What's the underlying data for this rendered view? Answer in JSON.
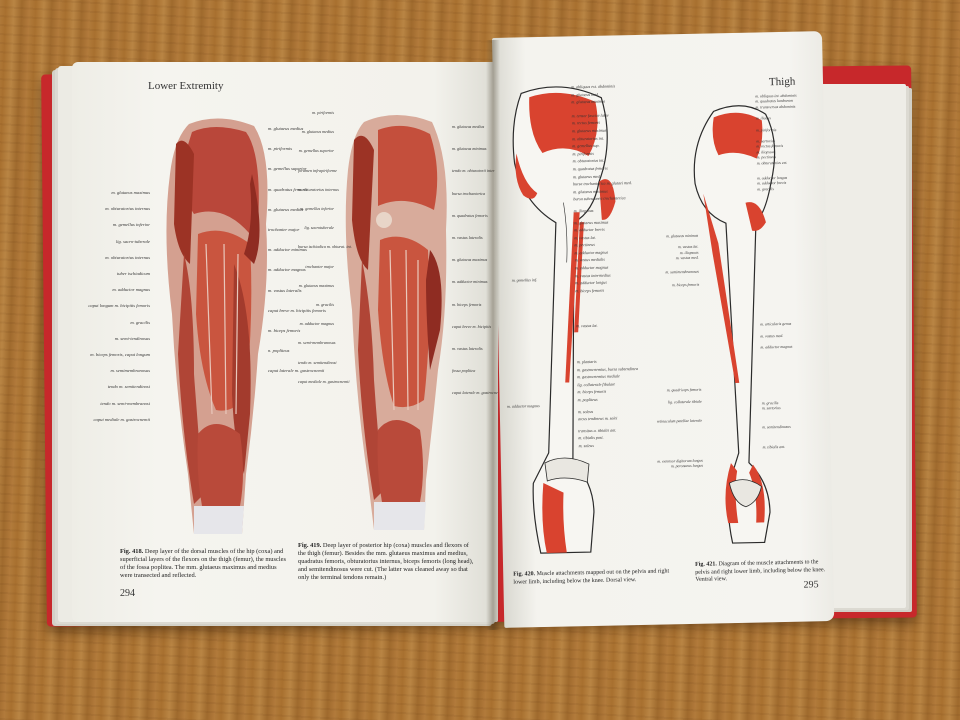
{
  "book": {
    "left_page": {
      "running_head": "Lower Extremity",
      "page_number": "294",
      "figures": [
        {
          "id": "fig-418",
          "caption_number": "Fig. 418.",
          "caption_text": "Deep layer of the dorsal muscles of the hip (coxa) and superficial layers of the flexors on the thigh (femur), the muscles of the fossa poplitea. The mm. glutaeus maximus and medius were transected and reflected.",
          "labels_left": [
            "m. glutaeus maximus",
            "m. obturatorius internus",
            "m. gemellus inferior",
            "lig. sacro-tuberale",
            "m. obturatorius internus",
            "tuber ischiadicum",
            "m. adductor magnus",
            "caput longum m. bicipitis femoris",
            "m. gracilis",
            "m. semi-tendinosus",
            "m. biceps femoris, caput longum",
            "m. semimembranosus",
            "tendo m. semitendinosi",
            "tendo m. semi-membranosi",
            "caput mediale m. gastrocnemii"
          ],
          "labels_right": [
            "m. glutaeus medius",
            "m. piriformis",
            "m. gemellus superior",
            "m. quadratus femoris",
            "m. glutaeus medius",
            "trochanter major",
            "m. adductor minimus",
            "m. adductor magnus",
            "m. vastus lateralis",
            "caput breve m. bicipitis femoris",
            "m. biceps femoris",
            "n. popliteus",
            "caput laterale m. gastrocnemii"
          ]
        },
        {
          "id": "fig-419",
          "caption_number": "Fig. 419.",
          "caption_text": "Deep layer of posterior hip (coxa) muscles and flexors of the thigh (femur). Besides the mm. glutaeus maximus and medius, quadratus femoris, obturatorius internus, biceps femoris (long head), and semitendinosus were cut. (The latter was cleaned away so that only the terminal tendons remain.)",
          "labels_left": [
            "m. piriformis",
            "m. glutaeus medius",
            "m. gemellus superior",
            "foramen infrapiriforme",
            "m. obturatorius internus",
            "m. gemellus inferior",
            "lig. sacrotuberale",
            "bursa ischiadica m. obturat. int.",
            "trochanter major",
            "m. glutaeus maximus",
            "m. gracilis",
            "m. adductor magnus",
            "m. semi-membranosus",
            "tendo m. semitendinosi",
            "caput mediale m. gastrocnemii"
          ],
          "labels_right": [
            "m. glutaeus medius",
            "m. glutaeus minimus",
            "tendo m. obturatorii interni",
            "bursa trochanterica",
            "m. quadratus femoris",
            "m. vastus lateralis",
            "m. glutaeus maximus",
            "m. adductor minimus",
            "m. biceps femoris",
            "caput breve m. bicipitis",
            "m. vastus lateralis",
            "fossa poplitea",
            "caput laterale m. gastrocnemii"
          ]
        }
      ]
    },
    "right_page": {
      "running_head": "Thigh",
      "page_number": "295",
      "figures": [
        {
          "id": "fig-420",
          "caption_number": "Fig. 420.",
          "caption_text": "Muscle attachments mapped out on the pelvis and right lower limb, including below the knee. Dorsal view.",
          "labels": [
            "m. obliquus ext. abdominis",
            "m. glutaeus med.",
            "m. glutaeus minimus",
            "m. tensor fasciae latae",
            "m. rectus femoris",
            "m. glutaeus maximus",
            "m. obturatorius int.",
            "m. gemellus sup.",
            "m. piriformis",
            "m. obturatorius int.",
            "m. quadratus femoris",
            "m. glutaeus med.",
            "bursa trochanterica m. glutaei med.",
            "m. glutaeus maximus",
            "bursa subcutanea trochanterica",
            "m. iliopsoas",
            "m. glutaeus maximus",
            "m. adductor brevis",
            "m. vastus lat.",
            "m. pectineus",
            "m. adductor magnus",
            "m. vastus medialis",
            "m. adductor magnus",
            "m. vastus intermedius",
            "m. adductor longus",
            "m. biceps femoris",
            "m. vastus lat.",
            "m. plantaris",
            "m. gastrocnemius, bursa subtendinea",
            "m. gastrocnemius mediale",
            "lig. collaterale fibulare",
            "m. biceps femoris",
            "m. popliteus",
            "m. soleus",
            "arcus tendineus m. solei",
            "transitus a. tibialis ant.",
            "m. tibialis post.",
            "m. soleus",
            "m. gemellus inf.",
            "m. adductor magnus"
          ]
        },
        {
          "id": "fig-421",
          "caption_number": "Fig. 421.",
          "caption_text": "Diagram of the muscle attachments to the pelvis and right lower limb, including below the knee. Ventral view.",
          "labels": [
            "m. obliquus int. abdominis",
            "m. quadratus lumborum",
            "m. transversus abdominis",
            "m. iliacus",
            "m. piriformis",
            "m. sartorius",
            "m. rectus femoris",
            "m. iliopsoas",
            "m. pectineus",
            "m. obturatorius ext.",
            "m. adductor longus",
            "m. adductor brevis",
            "m. gracilis",
            "m. glutaeus minimus",
            "m. vastus lat.",
            "m. iliopsoas",
            "m. vastus med.",
            "m. semimembranosus",
            "m. biceps femoris",
            "m. articularis genus",
            "m. vastus med.",
            "m. adductor magnus",
            "m. quadriceps femoris",
            "lig. collaterale tibiale",
            "m. gracilis",
            "m. sartorius",
            "m. semitendinosus",
            "retinaculum patellae laterale",
            "m. extensor digitorum longus",
            "m. peronaeus longus",
            "m. tibialis ant."
          ]
        }
      ]
    }
  },
  "colors": {
    "muscle": "#c9553f",
    "muscle_dark": "#8f2c22",
    "attachment_red": "#d9432f",
    "page": "#f4f3ee",
    "cover": "#c7282b",
    "table_wood": "#b07a3a"
  }
}
